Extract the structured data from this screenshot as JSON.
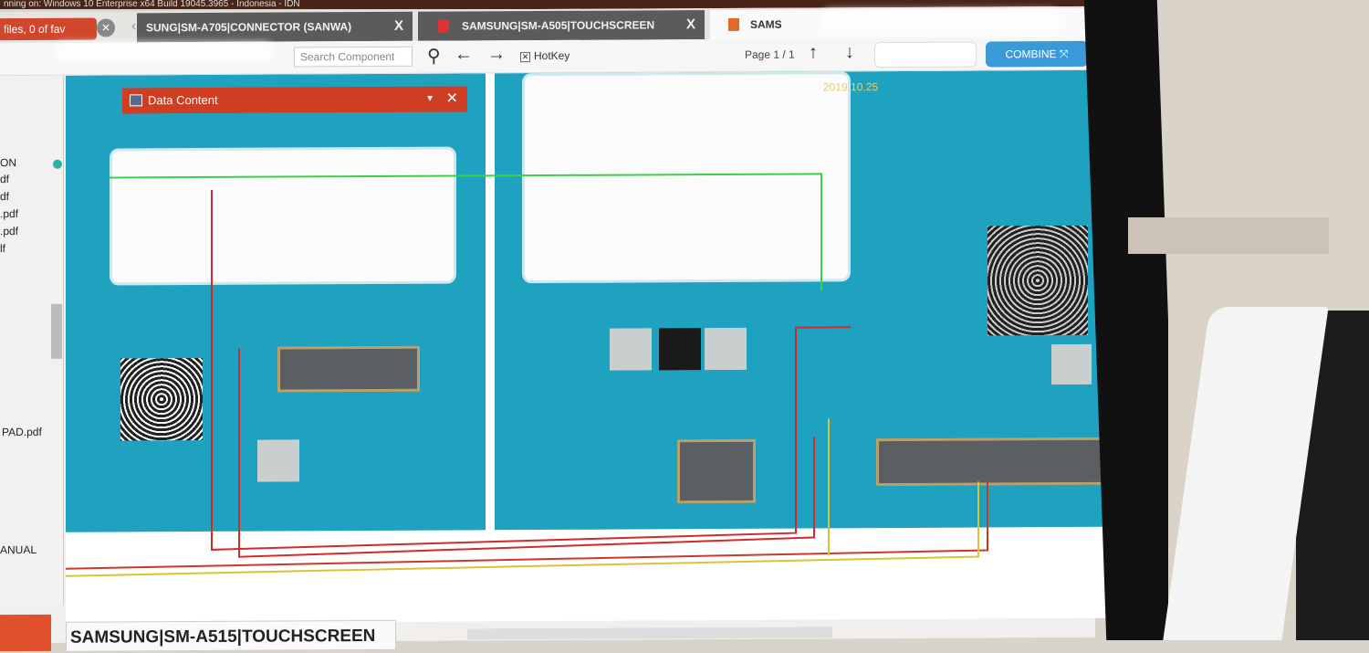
{
  "os_bar": "nning on: Windows 10 Enterprise x64 Build 19045.3965 - Indonesia - IDN",
  "favorites": "files, 0 of fav",
  "tabs": [
    {
      "label": "SUNG|SM-A705|CONNECTOR (SANWA)",
      "active": false
    },
    {
      "label": "SAMSUNG|SM-A505|TOUCHSCREEN",
      "active": false
    },
    {
      "label": "SAMS",
      "active": true
    }
  ],
  "tab_close": "X",
  "toolbar": {
    "search_placeholder": "Search Component",
    "hotkey_label": "HotKey",
    "page": "Page 1 / 1",
    "combine": "COMBINE"
  },
  "sidebar": {
    "files": [
      "ON",
      "df",
      "df",
      ".pdf",
      ".pdf",
      "lf",
      "PAD.pdf",
      "ANUAL"
    ]
  },
  "dialog": {
    "title": "Data Content"
  },
  "board": {
    "date": "2019.10.25"
  },
  "bottom_tab": "SAMSUNG|SM-A515|TOUCHSCREEN"
}
